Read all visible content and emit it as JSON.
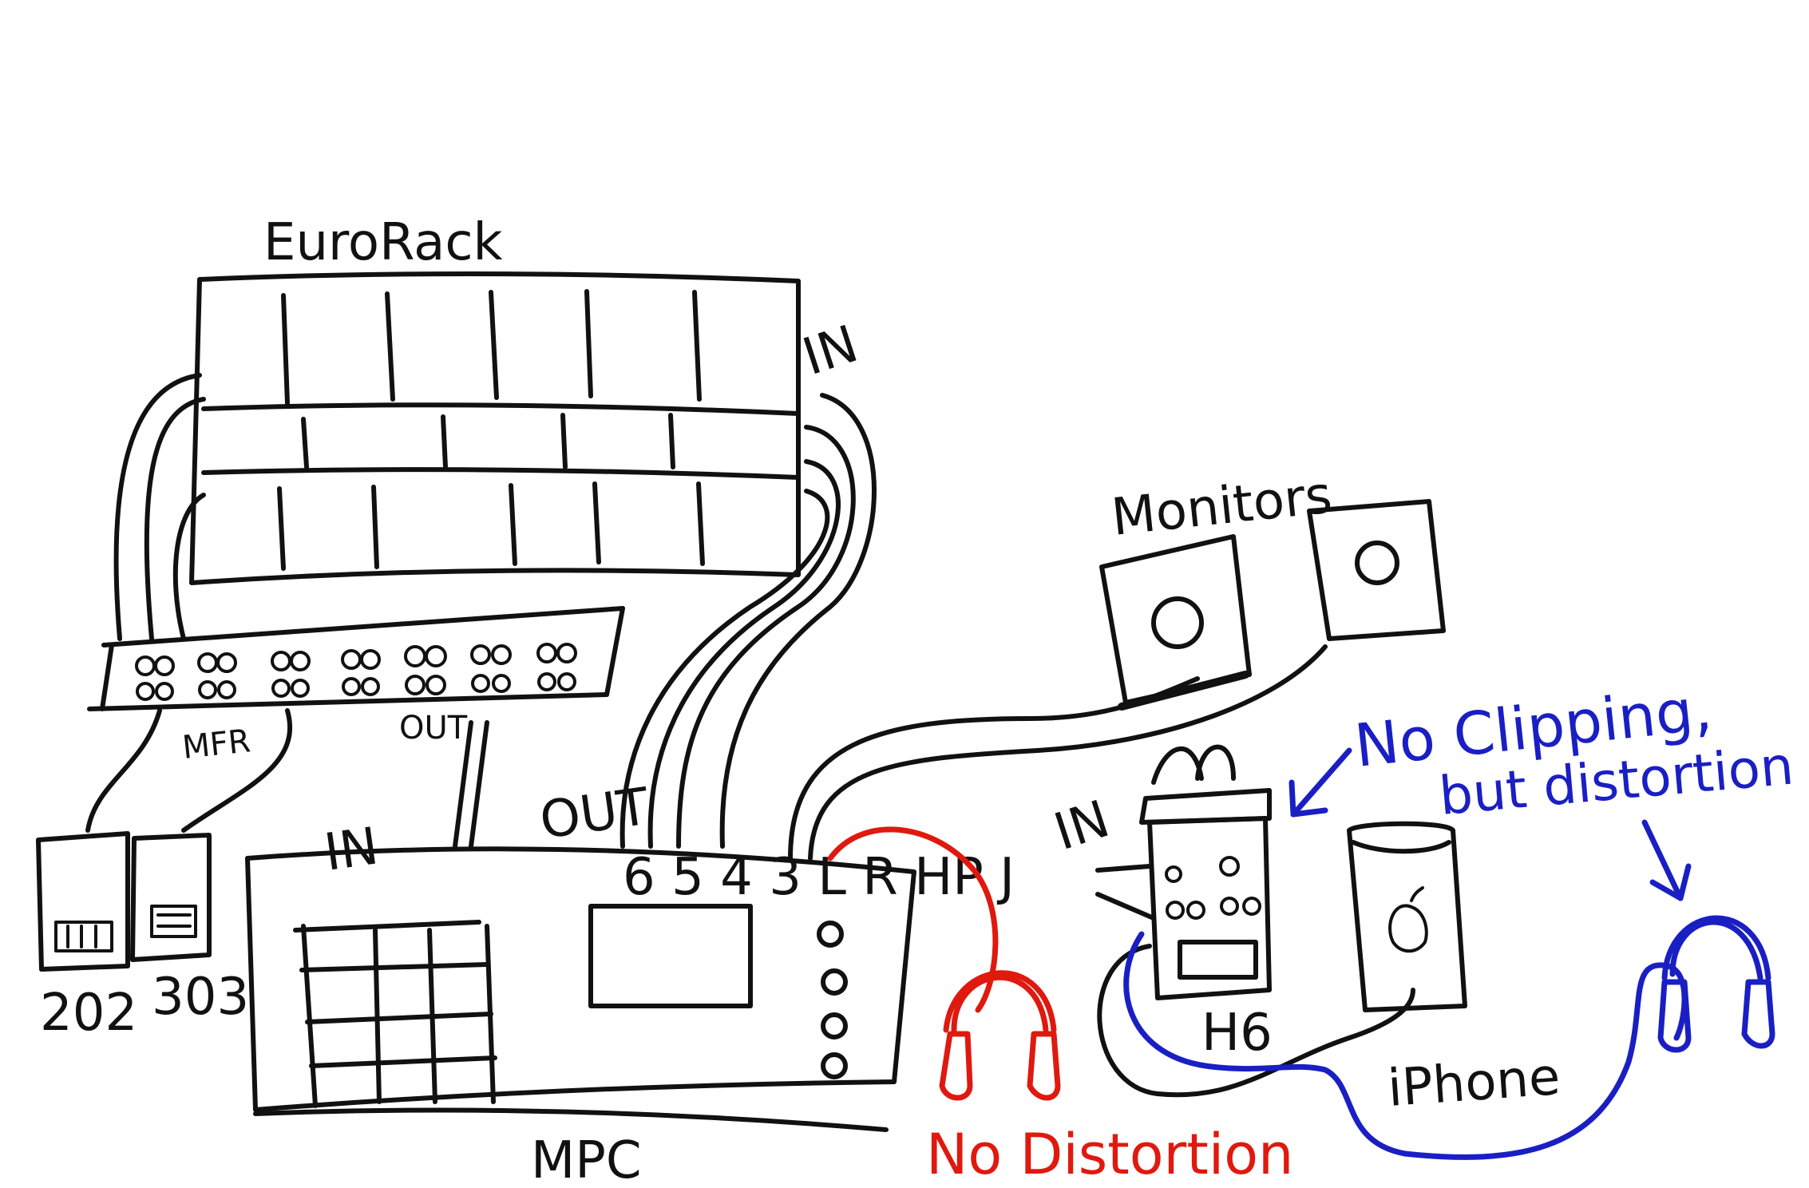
{
  "labels": {
    "eurorack": "EuroRack",
    "eurorack_in": "IN",
    "monitors": "Monitors",
    "mfr": "MFR",
    "patch_out": "OUT",
    "mpc_in": "IN",
    "mpc_out": "OUT",
    "mpc_ports": "6 5 4 3  L R HP J",
    "mpc": "MPC",
    "tr202": "202",
    "tb303": "303",
    "h6": "H6",
    "h6_in": "IN",
    "iphone": "iPhone"
  },
  "annotations": {
    "red_note": "No Distortion",
    "blue_note_line1": "No Clipping,",
    "blue_note_line2": "but distortion"
  },
  "colors": {
    "ink": "#111111",
    "red_cable": "#e0190f",
    "blue_cable": "#1a1fc4"
  }
}
